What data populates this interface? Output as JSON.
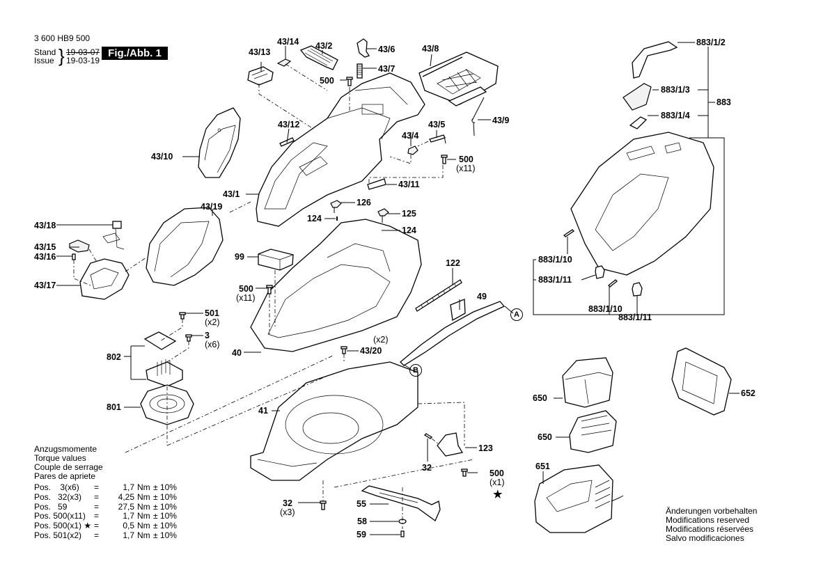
{
  "header": {
    "part_number": "3 600 HB9 500",
    "stand_label": "Stand",
    "issue_label": "Issue",
    "old_date": "19-03-07",
    "new_date": "19-03-19",
    "figure_label": "Fig./Abb. 1"
  },
  "callouts": {
    "c43_14": "43/14",
    "c43_13": "43/13",
    "c43_2": "43/2",
    "c43_6": "43/6",
    "c43_7": "43/7",
    "c43_8": "43/8",
    "c500_top": "500",
    "c43_12": "43/12",
    "c43_10": "43/10",
    "c43_5": "43/5",
    "c43_4": "43/4",
    "c43_9": "43/9",
    "c500_b": "500",
    "c500_b_qty": "(x11)",
    "c43_1": "43/1",
    "c43_11": "43/11",
    "c43_19": "43/19",
    "c43_18": "43/18",
    "c126": "126",
    "c125": "125",
    "c124_a": "124",
    "c124_b": "124",
    "c43_15": "43/15",
    "c43_16": "43/16",
    "c43_17": "43/17",
    "c99": "99",
    "c500_c": "500",
    "c500_c_qty": "(x11)",
    "c122": "122",
    "c49": "49",
    "c501": "501",
    "c501_qty": "(x2)",
    "c3": "3",
    "c3_qty": "(x6)",
    "c802": "802",
    "c40": "40",
    "c43_20": "43/20",
    "c43_20_qty": "(x2)",
    "c801": "801",
    "c41": "41",
    "c123": "123",
    "c32_a": "32",
    "c500_d": "500",
    "c500_d_qty": "(x1)",
    "c32_b": "32",
    "c32_b_qty": "(x3)",
    "c55": "55",
    "c58": "58",
    "c59": "59",
    "c650_a": "650",
    "c650_b": "650",
    "c651": "651",
    "c652": "652",
    "c883_1_2": "883/1/2",
    "c883_1_3": "883/1/3",
    "c883": "883",
    "c883_1_4": "883/1/4",
    "c883_1_10_a": "883/1/10",
    "c883_1_11_a": "883/1/11",
    "c883_1_10_b": "883/1/10",
    "c883_1_11_b": "883/1/11",
    "ref_a": "A",
    "ref_b": "B",
    "star": "★"
  },
  "torque": {
    "titles": [
      "Anzugsmomente",
      "Torque values",
      "Couple de serrage",
      "Pares de apriete"
    ],
    "rows": [
      {
        "pos": "Pos.    3(x6)",
        "eq": "=",
        "value": "1,7",
        "unit": "Nm",
        "tol": "± 10%"
      },
      {
        "pos": "Pos.   32(x3)",
        "eq": "=",
        "value": "4,25",
        "unit": "Nm",
        "tol": "± 10%"
      },
      {
        "pos": "Pos.   59",
        "eq": "=",
        "value": "27,5",
        "unit": "Nm",
        "tol": "± 10%"
      },
      {
        "pos": "Pos. 500(x11)",
        "eq": "=",
        "value": "1,7",
        "unit": "Nm",
        "tol": "± 10%"
      },
      {
        "pos": "Pos. 500(x1) ★",
        "eq": "=",
        "value": "0,5",
        "unit": "Nm",
        "tol": "± 10%"
      },
      {
        "pos": "Pos. 501(x2)",
        "eq": "=",
        "value": "1,7",
        "unit": "Nm",
        "tol": "± 10%"
      }
    ]
  },
  "footer": {
    "lines": [
      "Änderungen vorbehalten",
      "Modifications reserved",
      "Modifications réservées",
      "Salvo modificaciones"
    ]
  }
}
